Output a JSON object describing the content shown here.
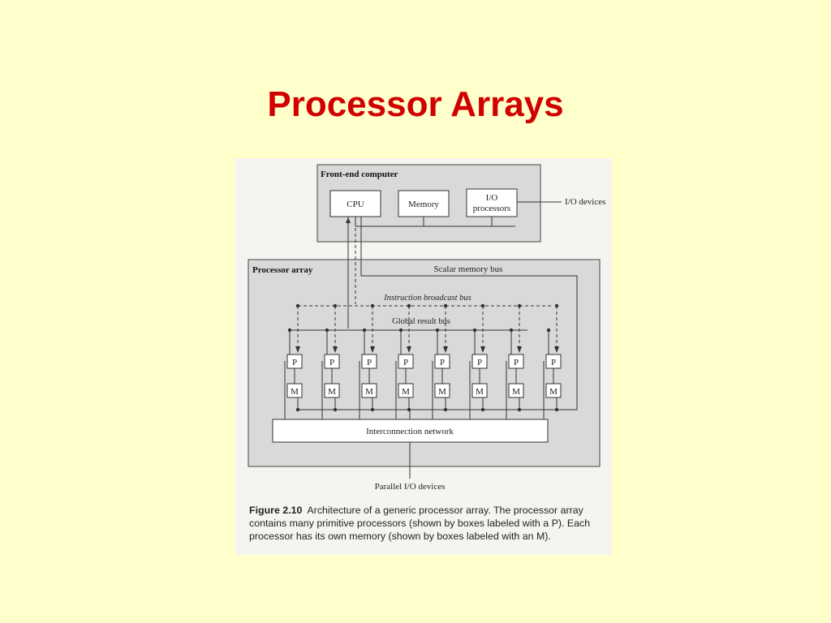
{
  "slide": {
    "title": "Processor Arrays"
  },
  "figure": {
    "front_end_label": "Front-end computer",
    "cpu": "CPU",
    "memory": "Memory",
    "io_line1": "I/O",
    "io_line2": "processors",
    "io_devices": "I/O devices",
    "processor_array_label": "Processor array",
    "scalar_memory_bus": "Scalar memory bus",
    "instruction_broadcast_bus": "Instruction broadcast bus",
    "global_result_bus": "Global result bus",
    "processor_letter": "P",
    "memory_letter": "M",
    "interconnection_network": "Interconnection network",
    "parallel_io_devices": "Parallel I/O devices",
    "caption_label": "Figure 2.10",
    "caption_text": "Architecture of a generic processor array. The processor array contains many primitive processors (shown by boxes labeled with a P). Each processor has its own memory (shown by boxes labeled with an M)."
  }
}
